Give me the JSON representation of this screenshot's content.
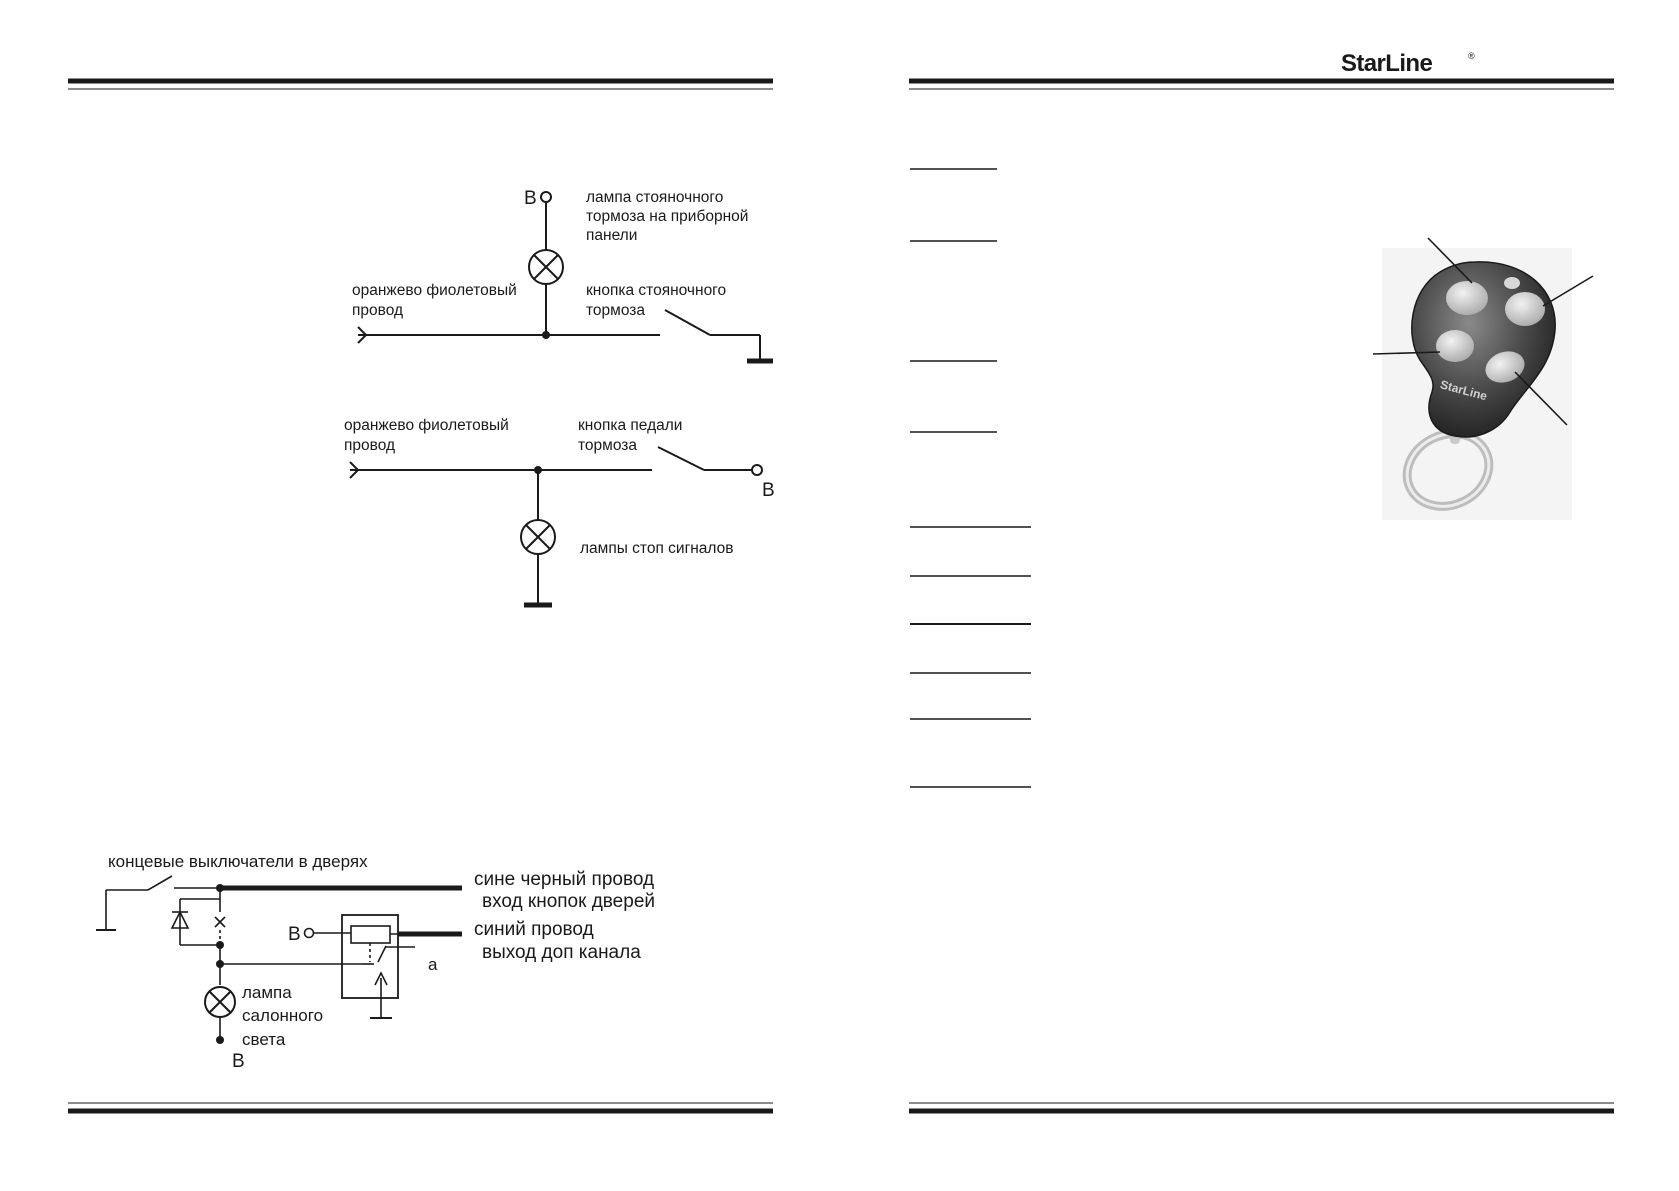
{
  "header": {
    "brand": "StarLine",
    "brand_mark": "®"
  },
  "diagram_parking_brake": {
    "terminal_b": "B",
    "lamp_label_line1": "лампа стояночного",
    "lamp_label_line2": "тормоза на приборной",
    "lamp_label_line3": "панели",
    "wire_label_line1": "оранжево фиолетовый",
    "wire_label_line2": "провод",
    "button_label_line1": "кнопка стояночного",
    "button_label_line2": "тормоза"
  },
  "diagram_brake_pedal": {
    "wire_label_line1": "оранжево фиолетовый",
    "wire_label_line2": "провод",
    "button_label_line1": "кнопка педали",
    "button_label_line2": "тормоза",
    "terminal_b": "B",
    "lamp_label": "лампы стоп сигналов"
  },
  "diagram_door_switches": {
    "switches_label": "концевые выключатели в дверях",
    "wire1_line1": "сине черный провод",
    "wire1_line2": "вход кнопок дверей",
    "wire2_line1": "синий провод",
    "wire2_line2": "выход доп  канала",
    "terminal_b_relay": "B",
    "contact_a": "a",
    "lamp_line1": "лампа",
    "lamp_line2": "салонного",
    "lamp_line3": "света",
    "terminal_b_lamp": "B"
  },
  "remote": {
    "case_brand": "StarLine"
  }
}
